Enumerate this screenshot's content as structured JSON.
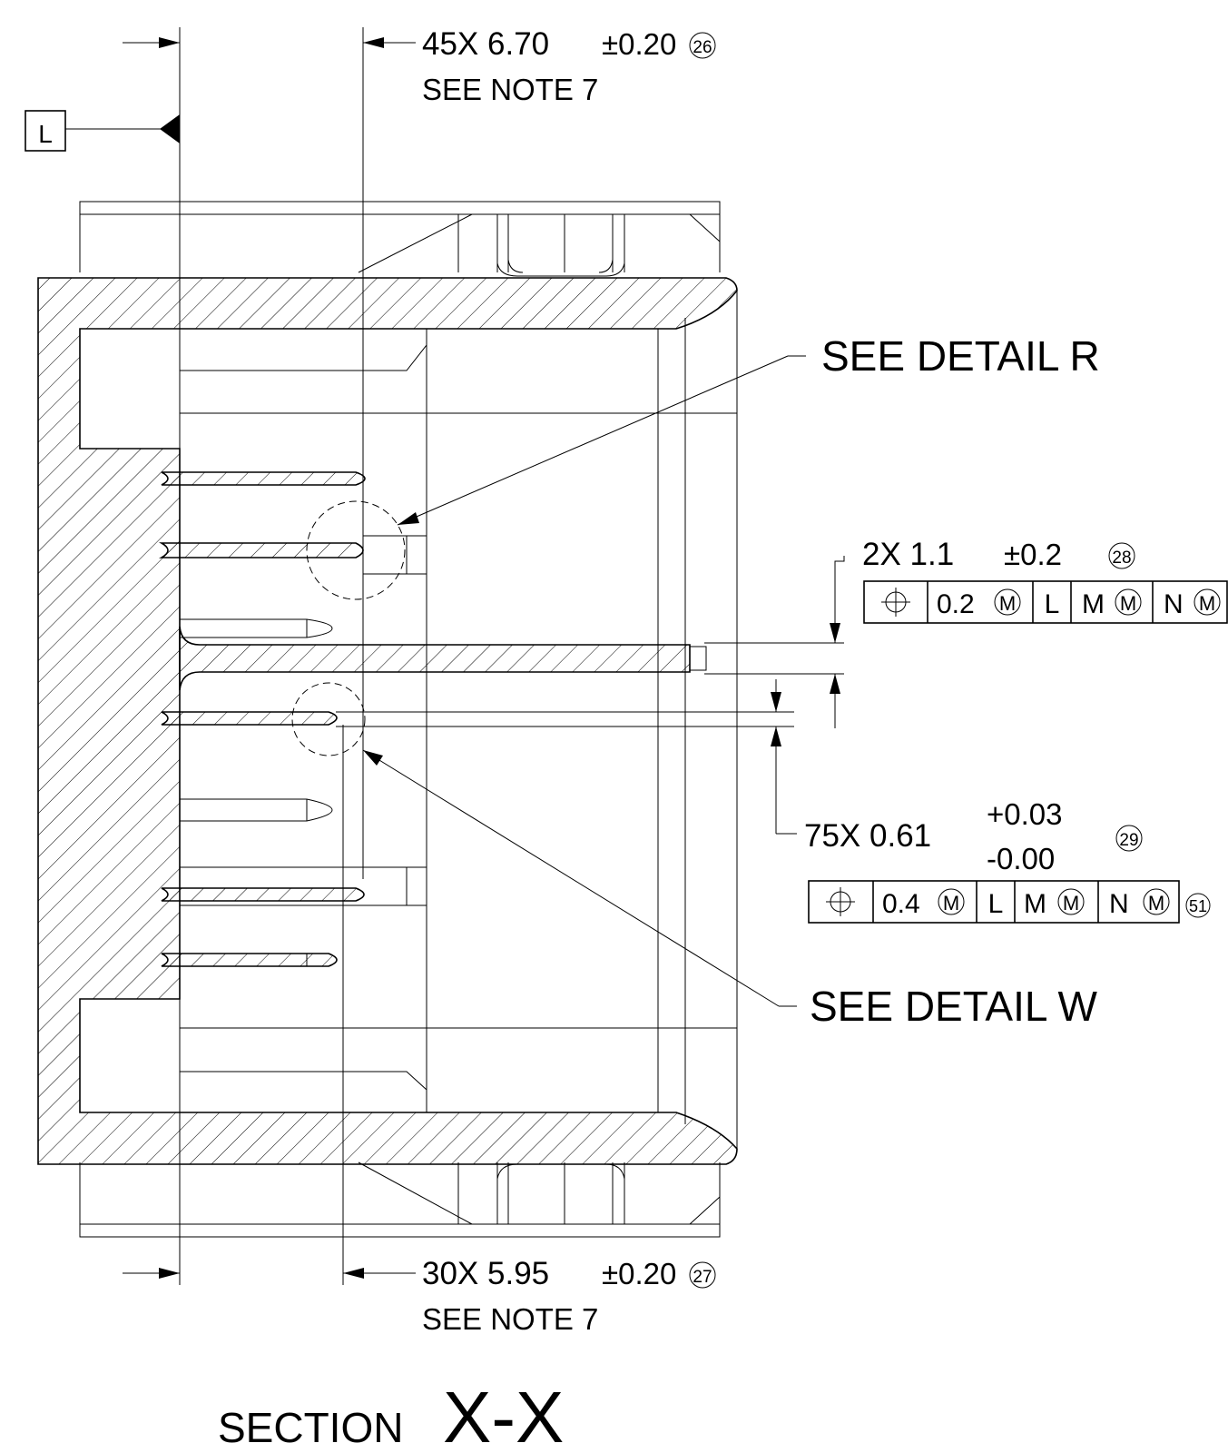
{
  "datum_label": "L",
  "dims": {
    "top": {
      "count": "45X",
      "value": "6.70",
      "tol": "±0.20",
      "ref": "26",
      "note": "SEE NOTE 7"
    },
    "bottom": {
      "count": "30X",
      "value": "5.95",
      "tol": "±0.20",
      "ref": "27",
      "note": "SEE NOTE 7"
    },
    "right_upper": {
      "count": "2X",
      "value": "1.1",
      "tol": "±0.2",
      "ref": "28"
    },
    "right_lower": {
      "count": "75X",
      "value": "0.61",
      "tol_plus": "+0.03",
      "tol_minus": "-0.00",
      "ref": "29"
    }
  },
  "fcf_upper": {
    "tol": "0.2",
    "datum1": "L",
    "datum2": "M",
    "datum3": "N",
    "modifier": "M"
  },
  "fcf_lower": {
    "tol": "0.4",
    "datum1": "L",
    "datum2": "M",
    "datum3": "N",
    "modifier": "M",
    "ref": "51"
  },
  "callouts": {
    "detail_r": "SEE DETAIL R",
    "detail_w": "SEE DETAIL W"
  },
  "section_title": {
    "prefix": "SECTION",
    "name": "X-X"
  }
}
